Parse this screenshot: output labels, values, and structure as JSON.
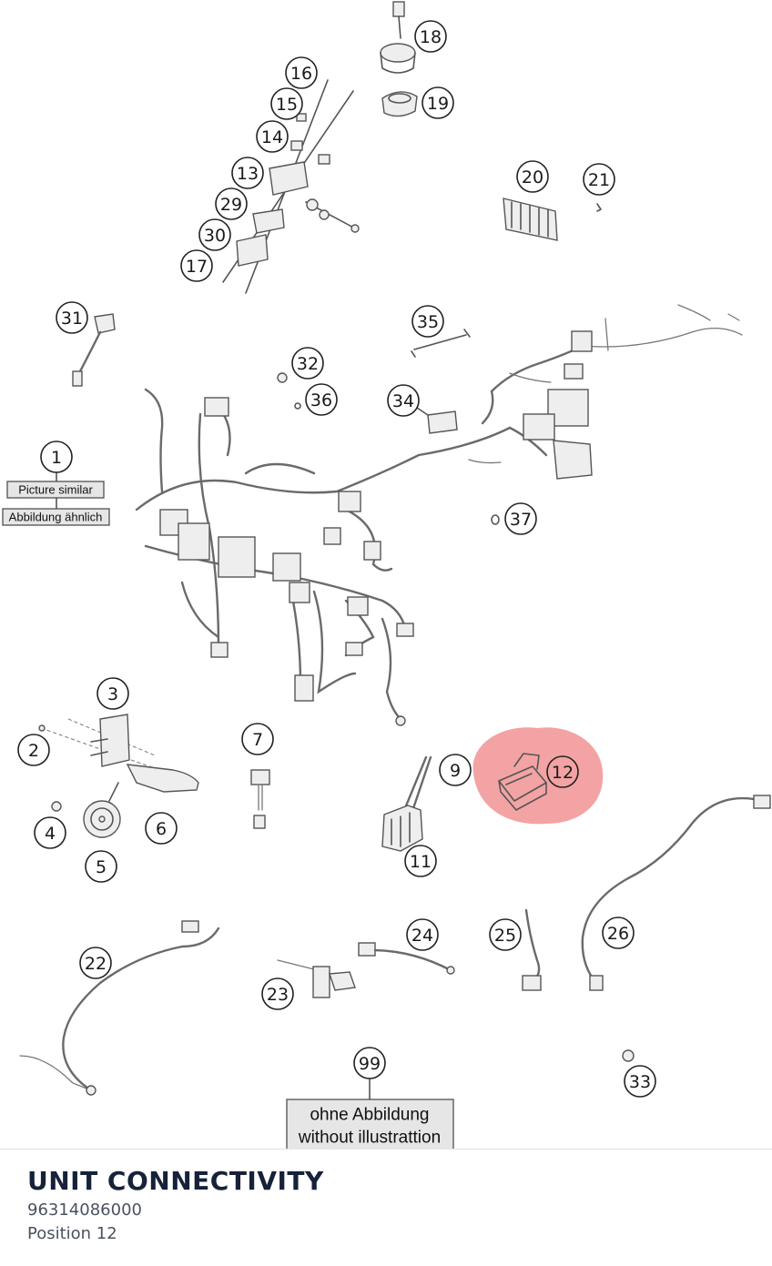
{
  "diagram": {
    "highlight_color": "#f08c8c",
    "highlighted_position": "12",
    "callouts": [
      "1",
      "2",
      "3",
      "4",
      "5",
      "6",
      "7",
      "9",
      "11",
      "12",
      "13",
      "14",
      "15",
      "16",
      "17",
      "18",
      "19",
      "20",
      "21",
      "22",
      "23",
      "24",
      "25",
      "26",
      "29",
      "30",
      "31",
      "32",
      "33",
      "34",
      "35",
      "36",
      "37",
      "99"
    ],
    "note_1_line1": "Picture similar",
    "note_1_line2": "Abbildung ähnlich",
    "note_99_line1": "ohne Abbildung",
    "note_99_line2": "without illustrattion"
  },
  "part": {
    "name": "UNIT CONNECTIVITY",
    "number": "96314086000",
    "position": "Position 12"
  }
}
